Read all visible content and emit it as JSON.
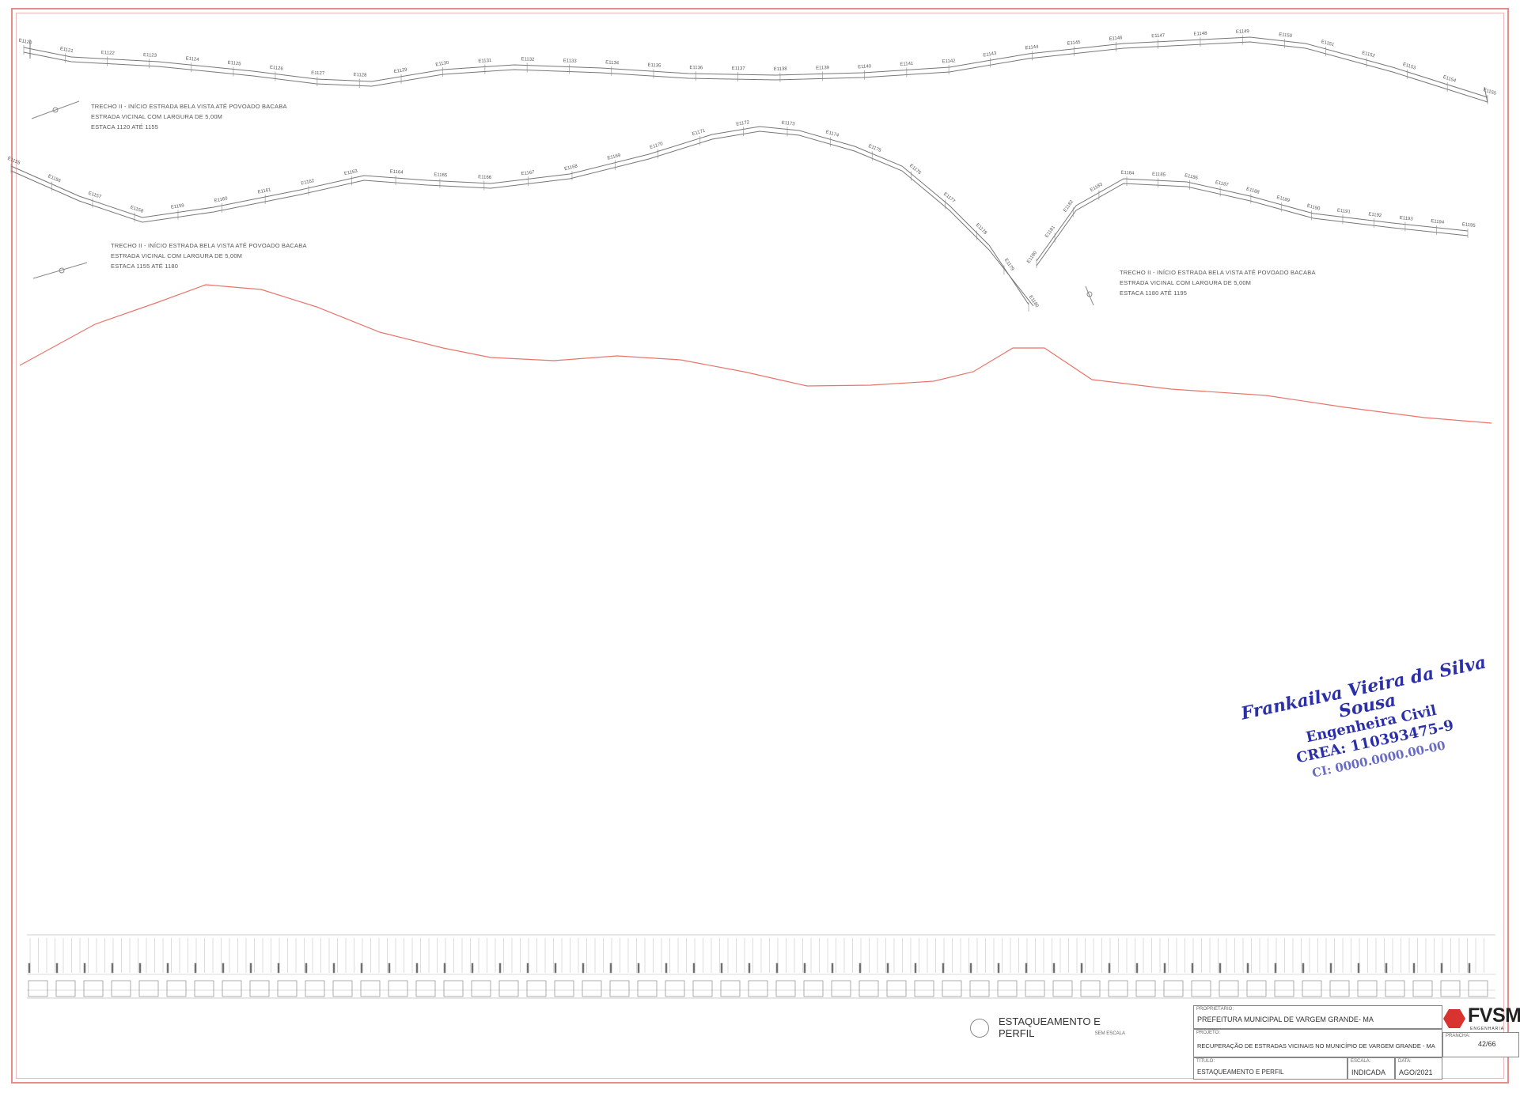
{
  "sheet": {
    "title": "ESTAQUEAMENTO E PERFIL",
    "title_scale_note": "SEM ESCALA"
  },
  "routes": [
    {
      "id": "trecho-top",
      "note_lines": [
        "TRECHO II - INÍCIO ESTRADA BELA VISTA ATÉ POVOADO BACABA",
        "ESTRADA VICINAL COM LARGURA DE 5,00M",
        "ESTACA 1120 ATÉ 1155"
      ],
      "stations": [
        "E1120",
        "E1121",
        "E1122",
        "E1123",
        "E1124",
        "E1125",
        "E1126",
        "E1127",
        "E1128",
        "E1129",
        "E1130",
        "E1131",
        "E1132",
        "E1133",
        "E1134",
        "E1135",
        "E1136",
        "E1137",
        "E1138",
        "E1139",
        "E1140",
        "E1141",
        "E1142",
        "E1143",
        "E1144",
        "E1145",
        "E1146",
        "E1147",
        "E1148",
        "E1149",
        "E1150",
        "E1151",
        "E1152",
        "E1153",
        "E1154",
        "E1155"
      ]
    },
    {
      "id": "trecho-middle",
      "note_lines": [
        "TRECHO II - INÍCIO ESTRADA BELA VISTA ATÉ POVOADO BACABA",
        "ESTRADA VICINAL COM LARGURA DE 5,00M",
        "ESTACA 1155 ATÉ 1180"
      ],
      "stations": [
        "E1155",
        "E1156",
        "E1157",
        "E1158",
        "E1159",
        "E1160",
        "E1161",
        "E1162",
        "E1163",
        "E1164",
        "E1165",
        "E1166",
        "E1167",
        "E1168",
        "E1169",
        "E1170",
        "E1171",
        "E1172",
        "E1173",
        "E1174",
        "E1175",
        "E1176",
        "E1177",
        "E1178",
        "E1179",
        "E1180"
      ]
    },
    {
      "id": "trecho-right",
      "note_lines": [
        "TRECHO II - INÍCIO ESTRADA BELA VISTA ATÉ POVOADO BACABA",
        "ESTRADA VICINAL COM LARGURA DE 5,00M",
        "ESTACA 1180 ATÉ 1195"
      ],
      "stations": [
        "E1180",
        "E1181",
        "E1182",
        "E1183",
        "E1184",
        "E1185",
        "E1186",
        "E1187",
        "E1188",
        "E1189",
        "E1190",
        "E1191",
        "E1192",
        "E1193",
        "E1194",
        "E1195"
      ]
    }
  ],
  "signature_stamp": {
    "name": "Frankailva Vieira da Silva Sousa",
    "role": "Engenheira Civil",
    "crea": "CREA: 110393475-9",
    "extra": "CI: 0000.0000.00-00"
  },
  "title_block": {
    "owner_label": "PROPRIETÁRIO:",
    "owner": "PREFEITURA MUNICIPAL DE VARGEM GRANDE- MA",
    "project_label": "PROJETO:",
    "project": "RECUPERAÇÃO DE ESTRADAS VICINAIS NO MUNICÍPIO DE VARGEM GRANDE - MA",
    "title_label": "TÍTULO:",
    "title": "ESTAQUEAMENTO E PERFIL",
    "scale_label": "ESCALA:",
    "scale": "INDICADA",
    "date_label": "DATA:",
    "date": "AGO/2021",
    "sheet_label": "PRANCHA:",
    "sheet": "42/66"
  },
  "logo": {
    "text": "FVSM",
    "sub": "ENGENHARIA"
  },
  "colors": {
    "border": "#e58c8c",
    "profile_line": "#e8756a",
    "stamp": "#2b2fa8",
    "logo_hex": "#d8332e"
  }
}
